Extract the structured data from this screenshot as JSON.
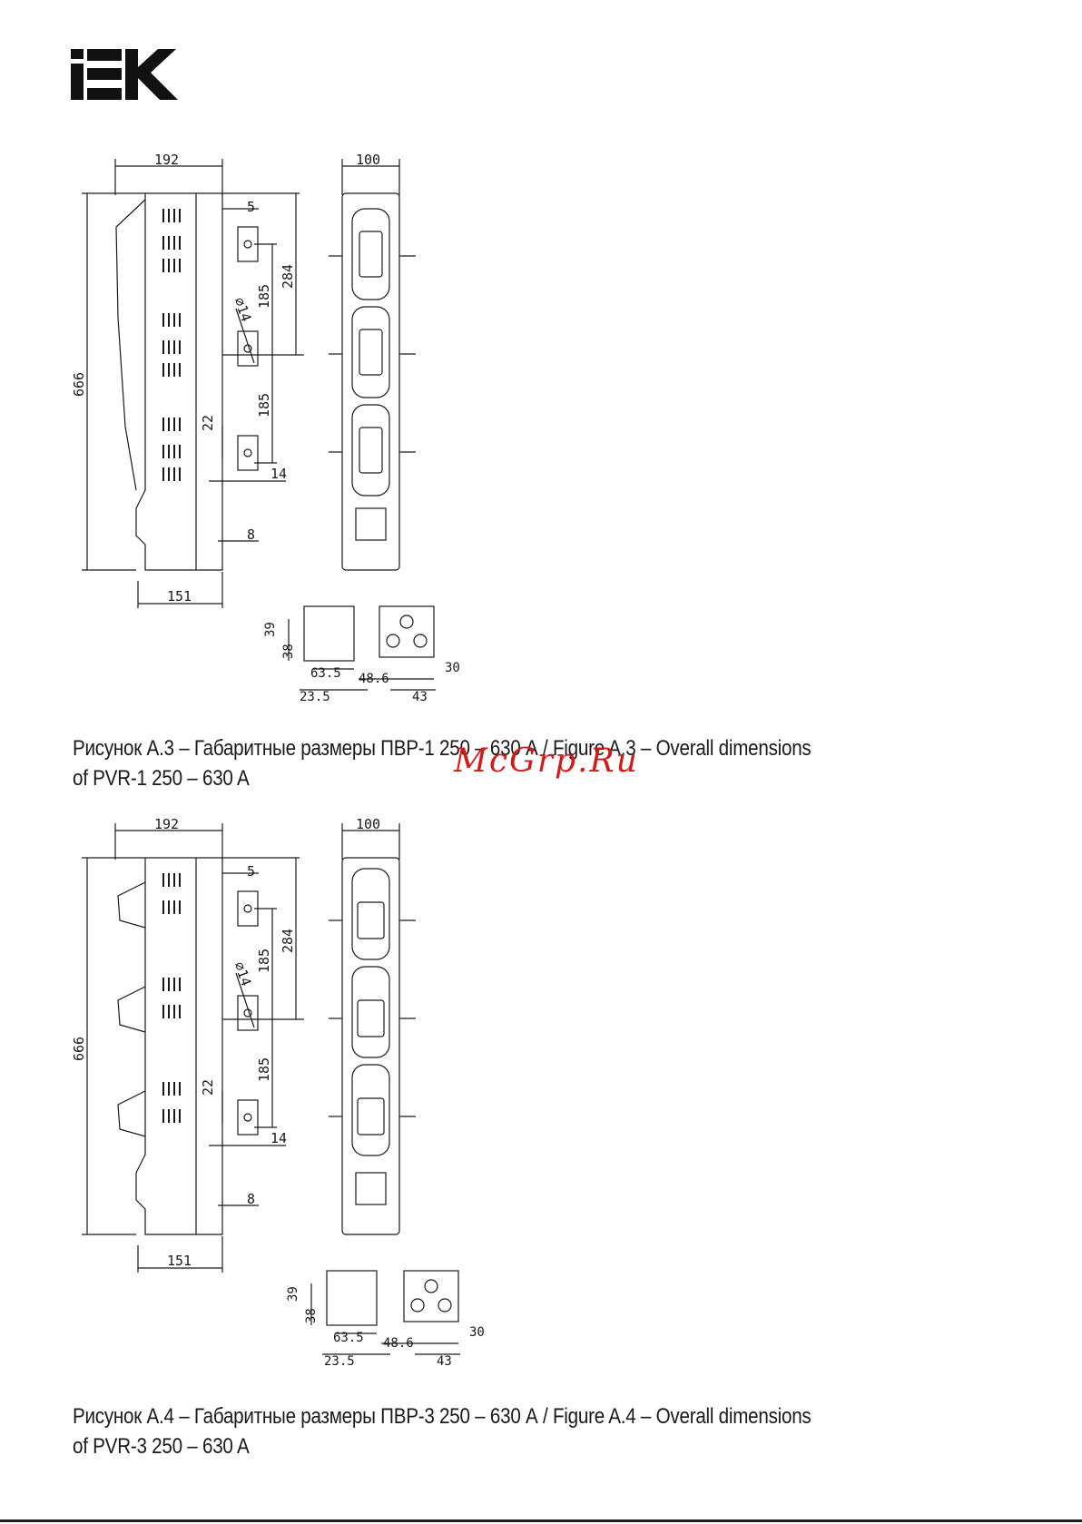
{
  "brand": {
    "logo_text": "IEK"
  },
  "watermark": "McGrp.Ru",
  "figures": [
    {
      "caption_line1": "Рисунок А.3 – Габаритные размеры ПВР-1 250 – 630 А / Figure A.3 – Overall dimensions",
      "caption_line2": "of PVR-1 250 – 630 A",
      "dims": {
        "width_top": "192",
        "front_width": "100",
        "offset_5": "5",
        "height_284": "284",
        "pitch_185a": "185",
        "diameter": "∅14",
        "total_height": "666",
        "pitch_185b": "185",
        "gap_22": "22",
        "terminal_14": "14",
        "bottom_8": "8",
        "depth_151": "151",
        "t_39": "39",
        "t_38": "38",
        "t_63_5": "63.5",
        "t_48_6": "48.6",
        "t_30": "30",
        "t_23_5": "23.5",
        "t_43": "43"
      }
    },
    {
      "caption_line1": "Рисунок А.4 – Габаритные размеры ПВР-3 250 – 630 А / Figure A.4 – Overall dimensions",
      "caption_line2": "of PVR-3 250 – 630 A",
      "dims": {
        "width_top": "192",
        "front_width": "100",
        "offset_5": "5",
        "height_284": "284",
        "pitch_185a": "185",
        "diameter": "∅14",
        "total_height": "666",
        "pitch_185b": "185",
        "gap_22": "22",
        "terminal_14": "14",
        "bottom_8": "8",
        "depth_151": "151",
        "t_39": "39",
        "t_38": "38",
        "t_63_5": "63.5",
        "t_48_6": "48.6",
        "t_30": "30",
        "t_23_5": "23.5",
        "t_43": "43"
      }
    }
  ]
}
